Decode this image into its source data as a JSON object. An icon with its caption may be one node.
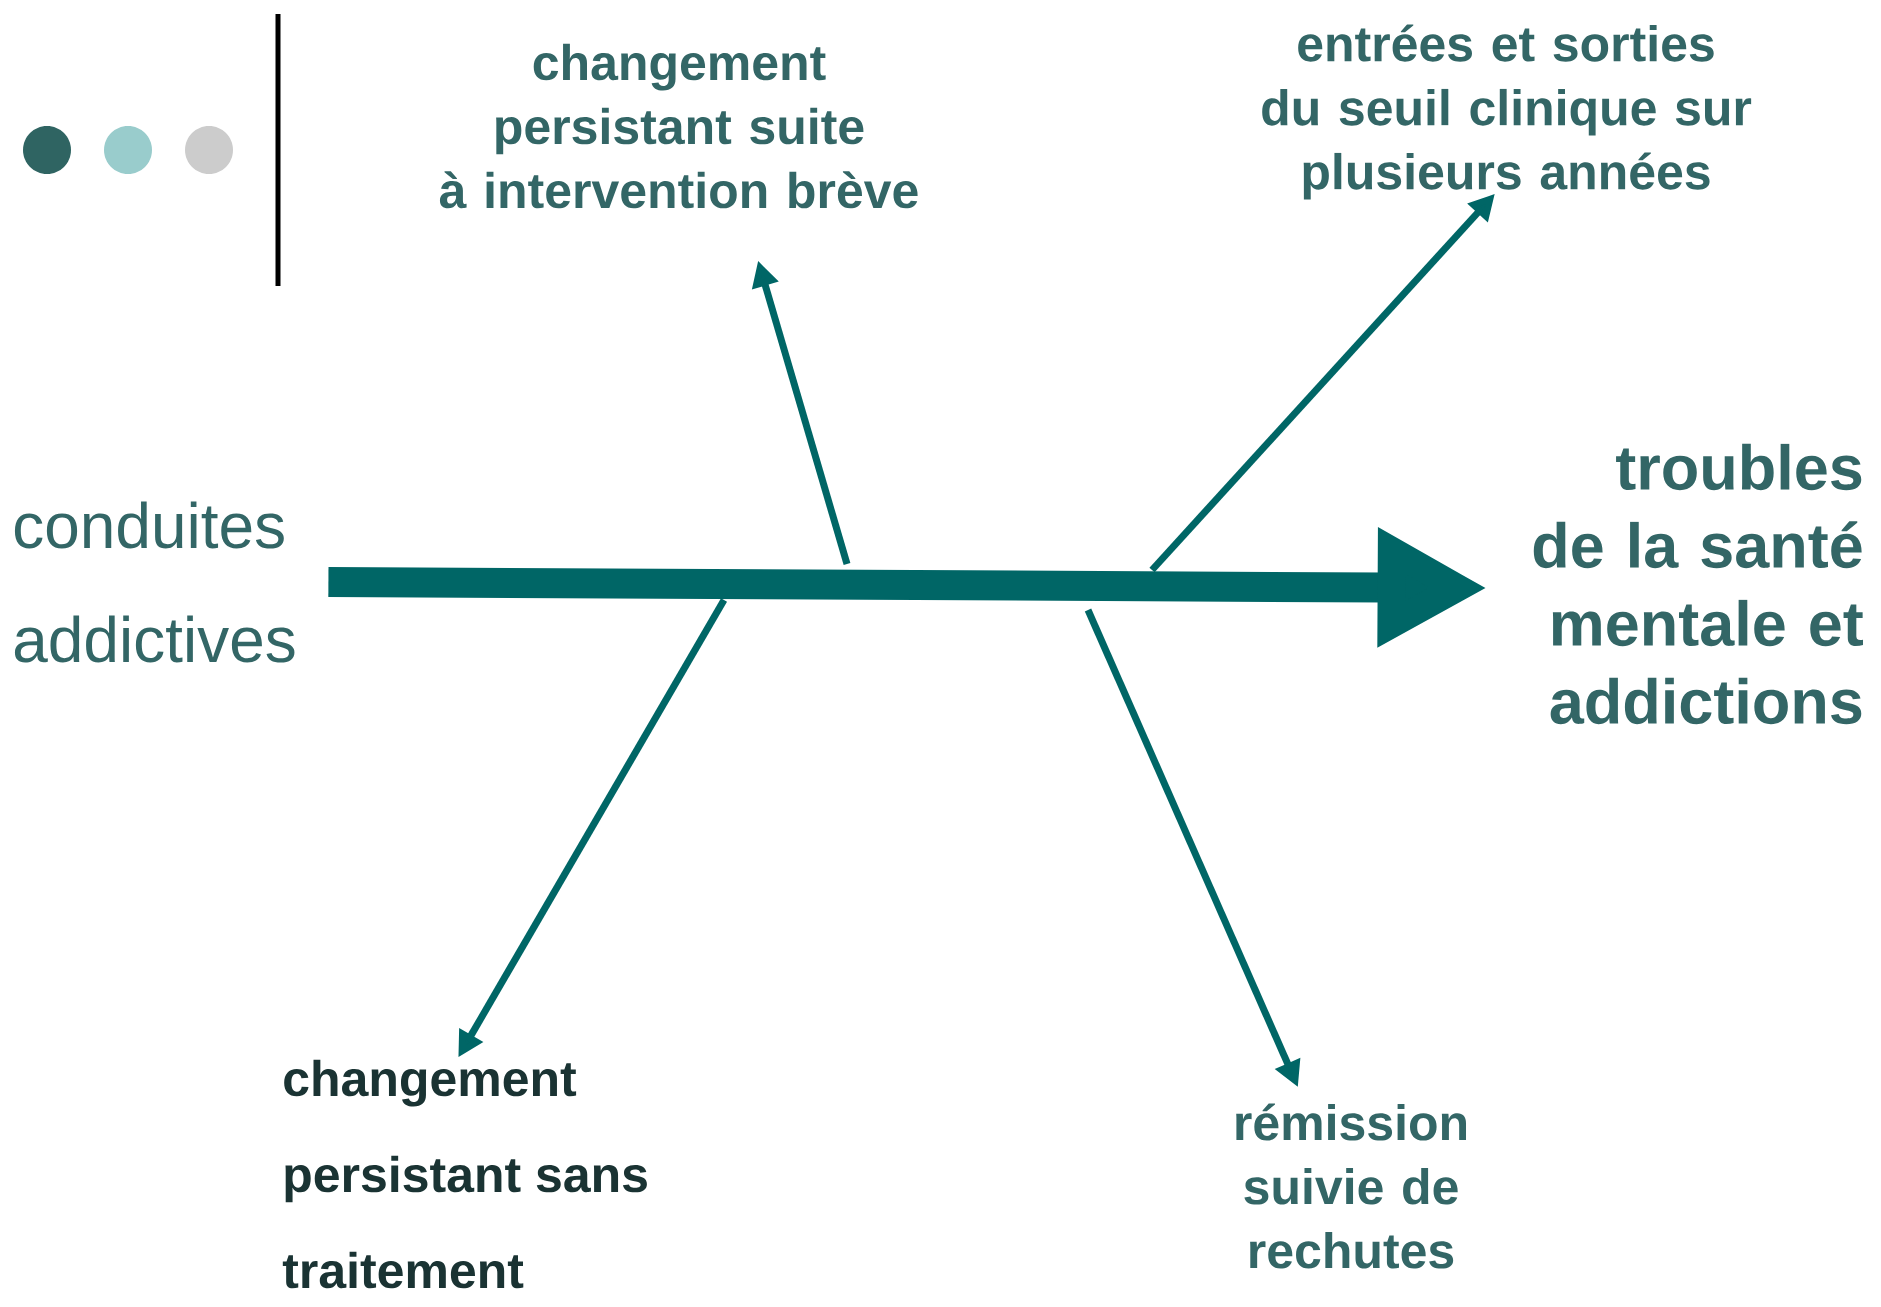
{
  "diagram": {
    "nodes": [
      {
        "text": [
          "conduites addictives"
        ]
      },
      {
        "text": [
          "troubles de la santé mentale et addictions"
        ]
      },
      {
        "text": [
          "changement persistant suite à intervention brève"
        ]
      },
      {
        "text": [
          "entrées et sorties du seuil clinique sur plusieurs années"
        ]
      },
      {
        "text": [
          "changement persistant sans traitement"
        ]
      },
      {
        "text": [
          "rémission suivie de rechutes"
        ]
      }
    ],
    "edges": [
      {
        "from": 0,
        "to": 1,
        "arrow": "to",
        "style": "thick"
      },
      {
        "from": null,
        "to": 2,
        "arrow": "to"
      },
      {
        "from": null,
        "to": 3,
        "arrow": "to"
      },
      {
        "from": null,
        "to": 4,
        "arrow": "to"
      },
      {
        "from": null,
        "to": 5,
        "arrow": "to"
      }
    ]
  }
}
